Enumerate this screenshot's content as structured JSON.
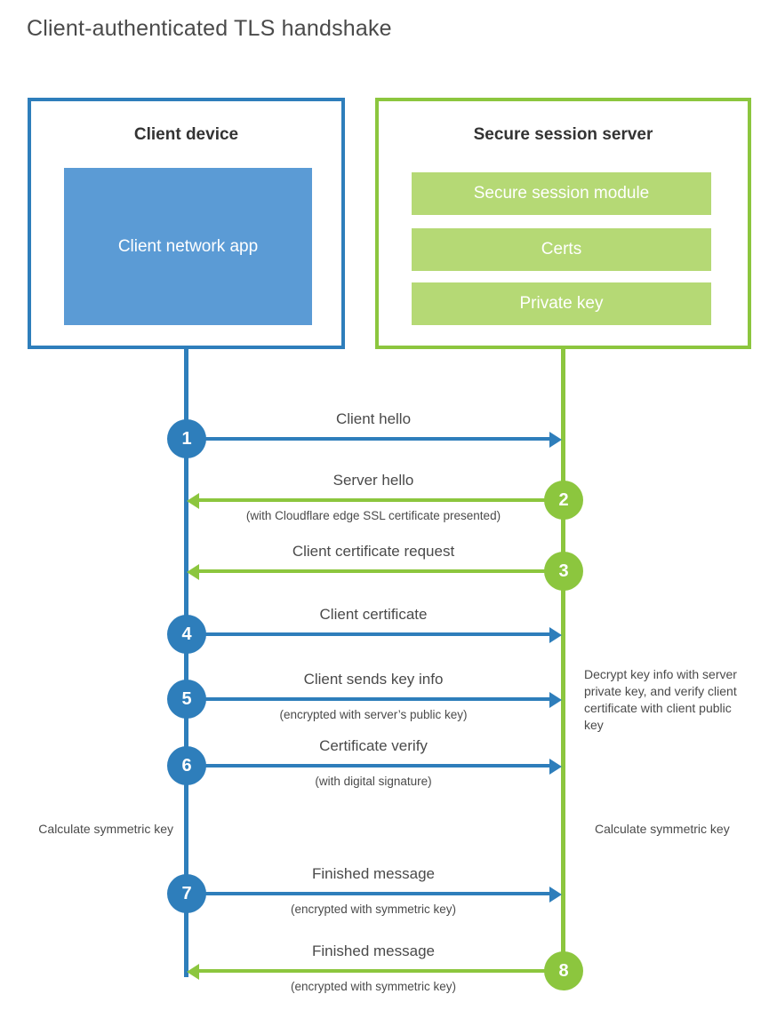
{
  "title": "Client-authenticated TLS handshake",
  "colors": {
    "blue_border": "#2e7ebb",
    "blue_fill": "#5b9bd5",
    "green_border": "#8cc63e",
    "green_fill": "#b5d975",
    "text": "#4a4a4a"
  },
  "client": {
    "title": "Client device",
    "app_label": "Client network app"
  },
  "server": {
    "title": "Secure session server",
    "bands": [
      {
        "label": "Secure session module"
      },
      {
        "label": "Certs"
      },
      {
        "label": "Private key"
      }
    ]
  },
  "steps": [
    {
      "number": "1",
      "label": "Client hello",
      "sublabel": "",
      "direction": "client-to-server",
      "color": "blue"
    },
    {
      "number": "2",
      "label": "Server hello",
      "sublabel": "(with Cloudflare edge SSL certificate presented)",
      "direction": "server-to-client",
      "color": "green"
    },
    {
      "number": "3",
      "label": "Client certificate request",
      "sublabel": "",
      "direction": "server-to-client",
      "color": "green"
    },
    {
      "number": "4",
      "label": "Client certificate",
      "sublabel": "",
      "direction": "client-to-server",
      "color": "blue"
    },
    {
      "number": "5",
      "label": "Client sends key info",
      "sublabel": "(encrypted with server’s public key)",
      "direction": "client-to-server",
      "color": "blue"
    },
    {
      "number": "6",
      "label": "Certificate verify",
      "sublabel": "(with digital signature)",
      "direction": "client-to-server",
      "color": "blue"
    },
    {
      "number": "7",
      "label": "Finished message",
      "sublabel": "(encrypted with symmetric key)",
      "direction": "client-to-server",
      "color": "blue"
    },
    {
      "number": "8",
      "label": "Finished message",
      "sublabel": "(encrypted with symmetric key)",
      "direction": "server-to-client",
      "color": "green"
    }
  ],
  "annotations": {
    "server_decrypt": "Decrypt key info with server private key, and verify client certificate with client public key",
    "client_calculate": "Calculate symmetric key",
    "server_calculate": "Calculate symmetric key"
  }
}
